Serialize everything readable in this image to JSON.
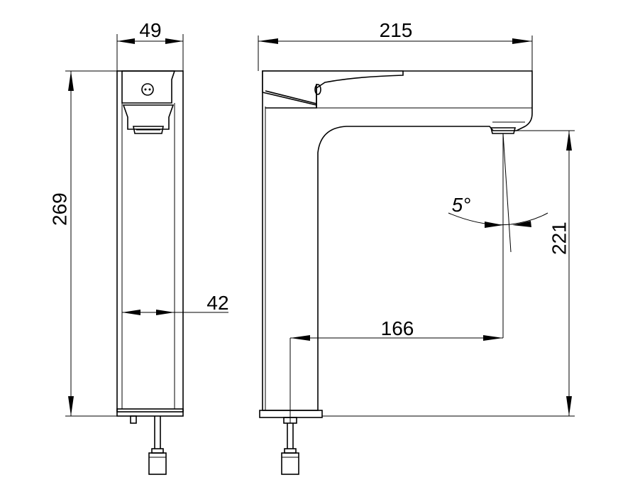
{
  "dimensions": {
    "side_width": "49",
    "front_width": "215",
    "overall_height": "269",
    "body_depth": "42",
    "reach": "166",
    "outlet_height": "221",
    "spout_angle": "5°"
  },
  "colors": {
    "line": "#000000",
    "background": "#ffffff"
  }
}
